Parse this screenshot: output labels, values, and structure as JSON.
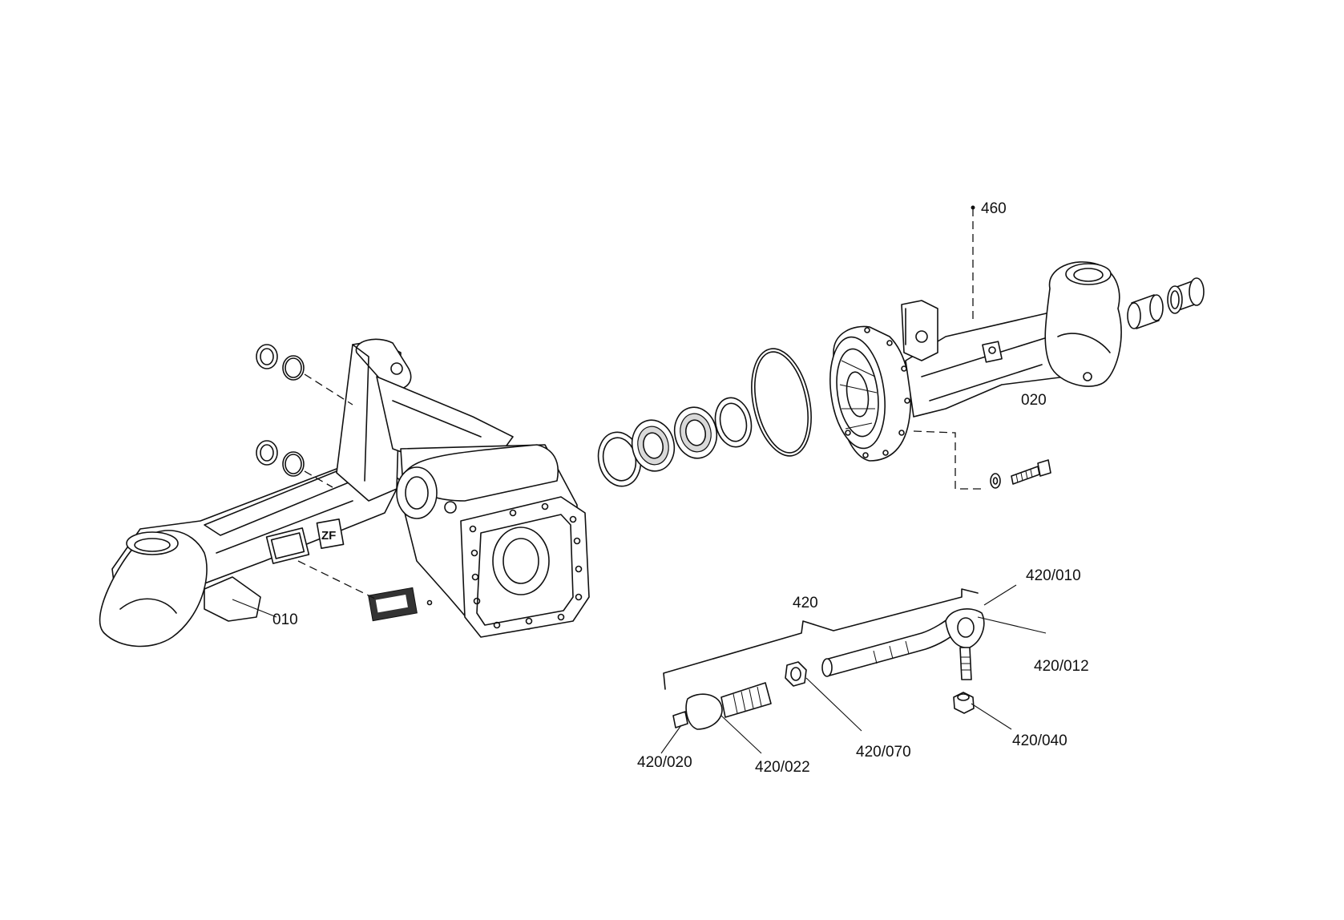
{
  "labels": {
    "p010": "010",
    "p020": "020",
    "p460": "460",
    "p420": "420",
    "p420_010": "420/010",
    "p420_012": "420/012",
    "p420_020": "420/020",
    "p420_022": "420/022",
    "p420_040": "420/040",
    "p420_070": "420/070"
  },
  "logo_text": "ZF",
  "colors": {
    "line": "#111111",
    "background": "#ffffff",
    "shade": "#d9d9d9"
  }
}
